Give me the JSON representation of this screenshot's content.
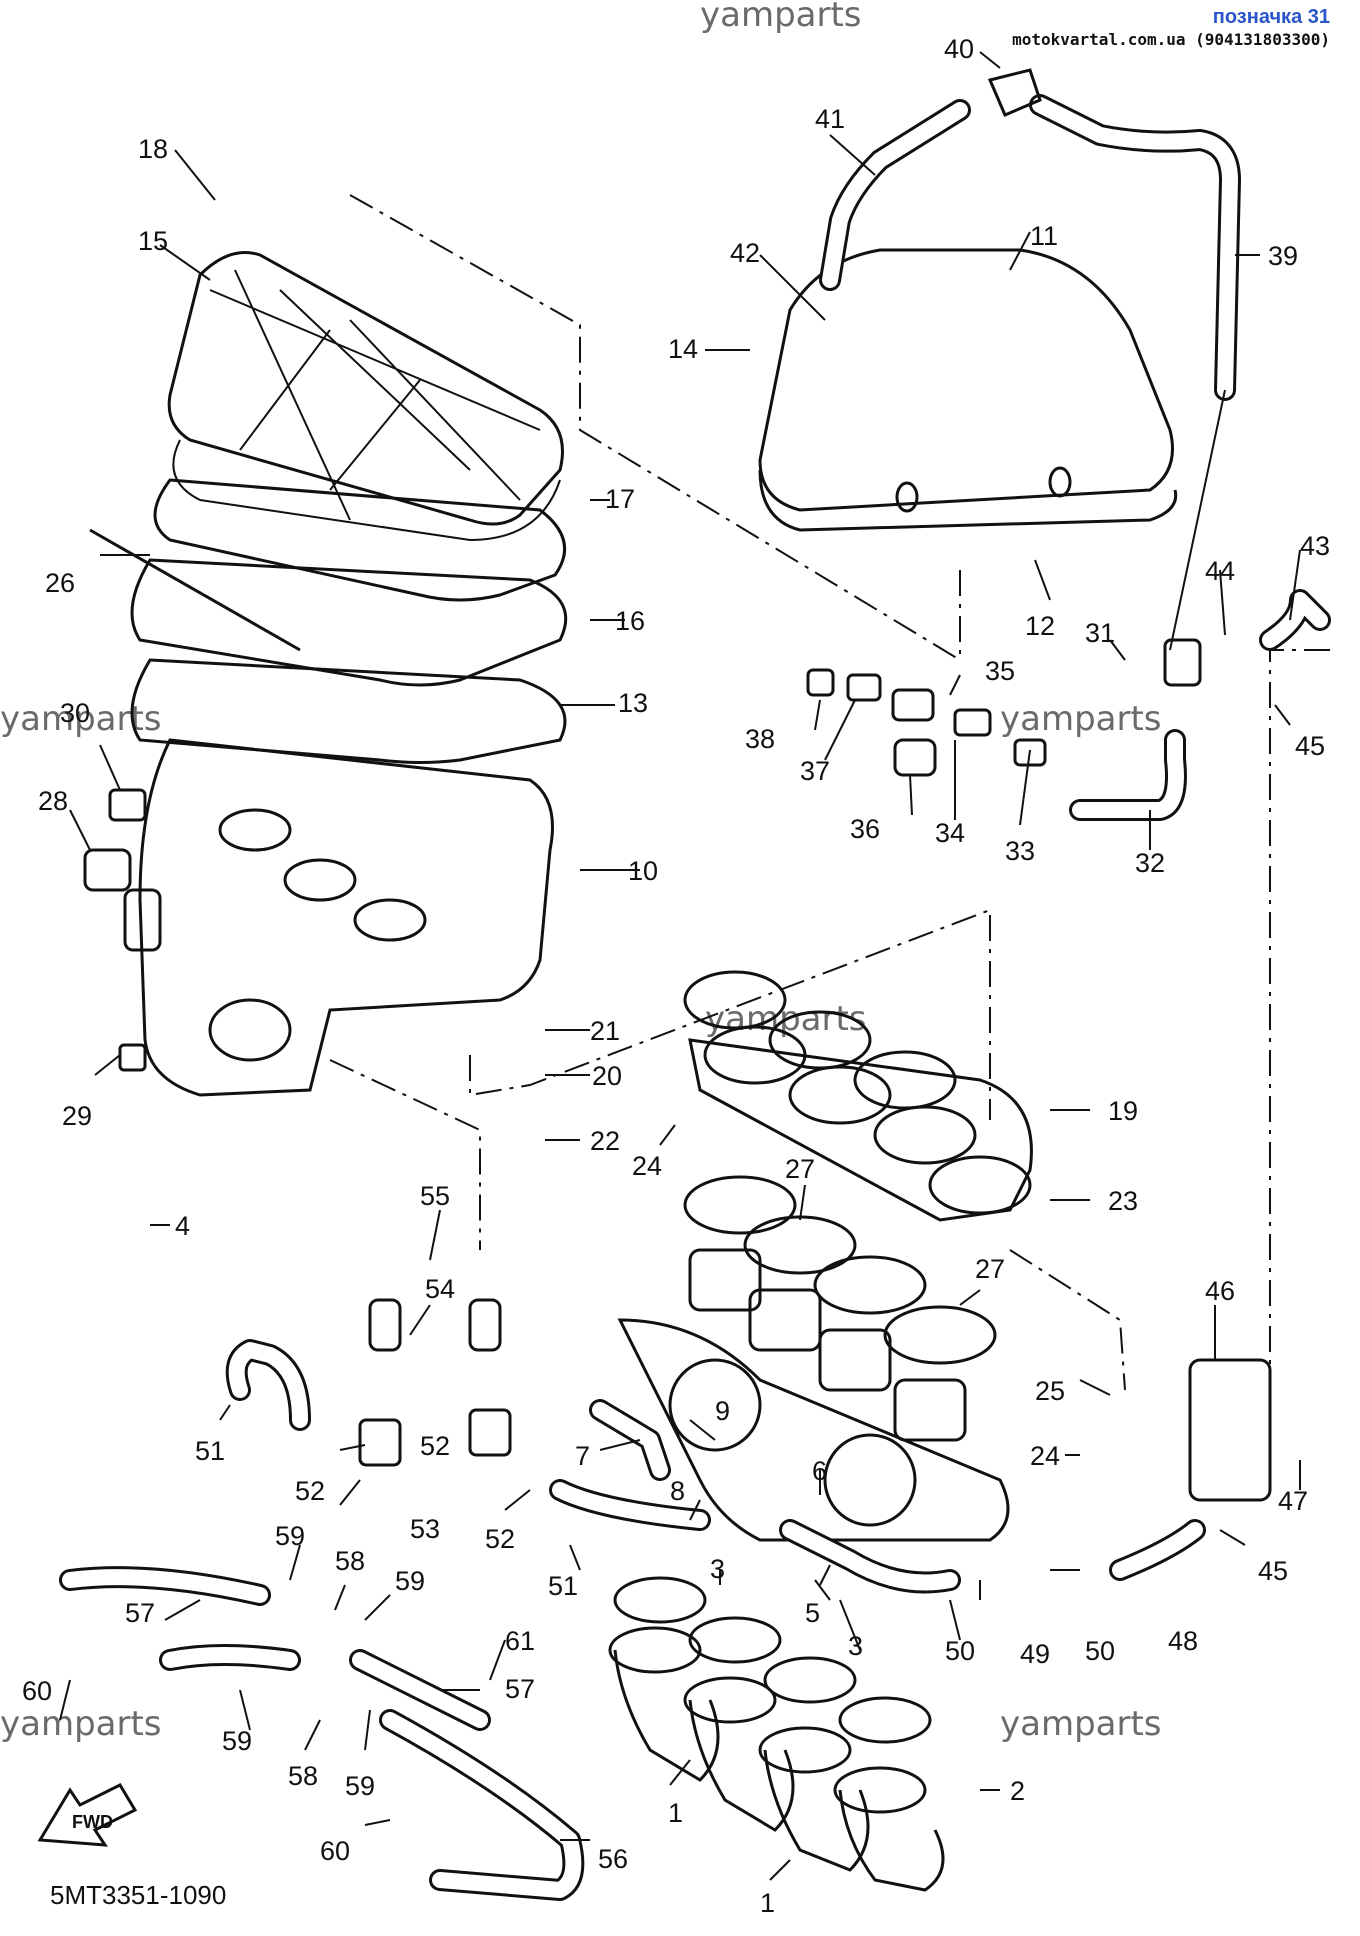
{
  "header": {
    "reference": "позначка 31",
    "site": "motokvartal.com.ua (904131803300)"
  },
  "watermark": "yamparts",
  "diagram_code": "5MT3351-1090",
  "fwd_label": "FWD",
  "callouts": [
    {
      "id": "c40",
      "text": "40"
    },
    {
      "id": "c41",
      "text": "41"
    },
    {
      "id": "c18",
      "text": "18"
    },
    {
      "id": "c15",
      "text": "15"
    },
    {
      "id": "c42",
      "text": "42"
    },
    {
      "id": "c11",
      "text": "11"
    },
    {
      "id": "c39",
      "text": "39"
    },
    {
      "id": "c14",
      "text": "14"
    },
    {
      "id": "c17",
      "text": "17"
    },
    {
      "id": "c26",
      "text": "26"
    },
    {
      "id": "c16",
      "text": "16"
    },
    {
      "id": "c43",
      "text": "43"
    },
    {
      "id": "c44",
      "text": "44"
    },
    {
      "id": "c12",
      "text": "12"
    },
    {
      "id": "c31",
      "text": "31"
    },
    {
      "id": "c35",
      "text": "35"
    },
    {
      "id": "c13",
      "text": "13"
    },
    {
      "id": "c30",
      "text": "30"
    },
    {
      "id": "c38",
      "text": "38"
    },
    {
      "id": "c37",
      "text": "37"
    },
    {
      "id": "c45a",
      "text": "45"
    },
    {
      "id": "c28",
      "text": "28"
    },
    {
      "id": "c36",
      "text": "36"
    },
    {
      "id": "c34",
      "text": "34"
    },
    {
      "id": "c33",
      "text": "33"
    },
    {
      "id": "c32",
      "text": "32"
    },
    {
      "id": "c10",
      "text": "10"
    },
    {
      "id": "c21",
      "text": "21"
    },
    {
      "id": "c20",
      "text": "20"
    },
    {
      "id": "c29",
      "text": "29"
    },
    {
      "id": "c19",
      "text": "19"
    },
    {
      "id": "c22",
      "text": "22"
    },
    {
      "id": "c24a",
      "text": "24"
    },
    {
      "id": "c27a",
      "text": "27"
    },
    {
      "id": "c23",
      "text": "23"
    },
    {
      "id": "c4",
      "text": "4"
    },
    {
      "id": "c55",
      "text": "55"
    },
    {
      "id": "c27b",
      "text": "27"
    },
    {
      "id": "c54",
      "text": "54"
    },
    {
      "id": "c46",
      "text": "46"
    },
    {
      "id": "c25",
      "text": "25"
    },
    {
      "id": "c9",
      "text": "9"
    },
    {
      "id": "c51a",
      "text": "51"
    },
    {
      "id": "c52a",
      "text": "52"
    },
    {
      "id": "c7",
      "text": "7"
    },
    {
      "id": "c24b",
      "text": "24"
    },
    {
      "id": "c52b",
      "text": "52"
    },
    {
      "id": "c8",
      "text": "8"
    },
    {
      "id": "c6",
      "text": "6"
    },
    {
      "id": "c47",
      "text": "47"
    },
    {
      "id": "c53",
      "text": "53"
    },
    {
      "id": "c52c",
      "text": "52"
    },
    {
      "id": "c45b",
      "text": "45"
    },
    {
      "id": "c59a",
      "text": "59"
    },
    {
      "id": "c58a",
      "text": "58"
    },
    {
      "id": "c3a",
      "text": "3"
    },
    {
      "id": "c59b",
      "text": "59"
    },
    {
      "id": "c51b",
      "text": "51"
    },
    {
      "id": "c57a",
      "text": "57"
    },
    {
      "id": "c5",
      "text": "5"
    },
    {
      "id": "c61",
      "text": "61"
    },
    {
      "id": "c3b",
      "text": "3"
    },
    {
      "id": "c50a",
      "text": "50"
    },
    {
      "id": "c49",
      "text": "49"
    },
    {
      "id": "c50b",
      "text": "50"
    },
    {
      "id": "c48",
      "text": "48"
    },
    {
      "id": "c60a",
      "text": "60"
    },
    {
      "id": "c57b",
      "text": "57"
    },
    {
      "id": "c59c",
      "text": "59"
    },
    {
      "id": "c58b",
      "text": "58"
    },
    {
      "id": "c59d",
      "text": "59"
    },
    {
      "id": "c2",
      "text": "2"
    },
    {
      "id": "c1a",
      "text": "1"
    },
    {
      "id": "c60b",
      "text": "60"
    },
    {
      "id": "c56",
      "text": "56"
    },
    {
      "id": "c1b",
      "text": "1"
    }
  ]
}
